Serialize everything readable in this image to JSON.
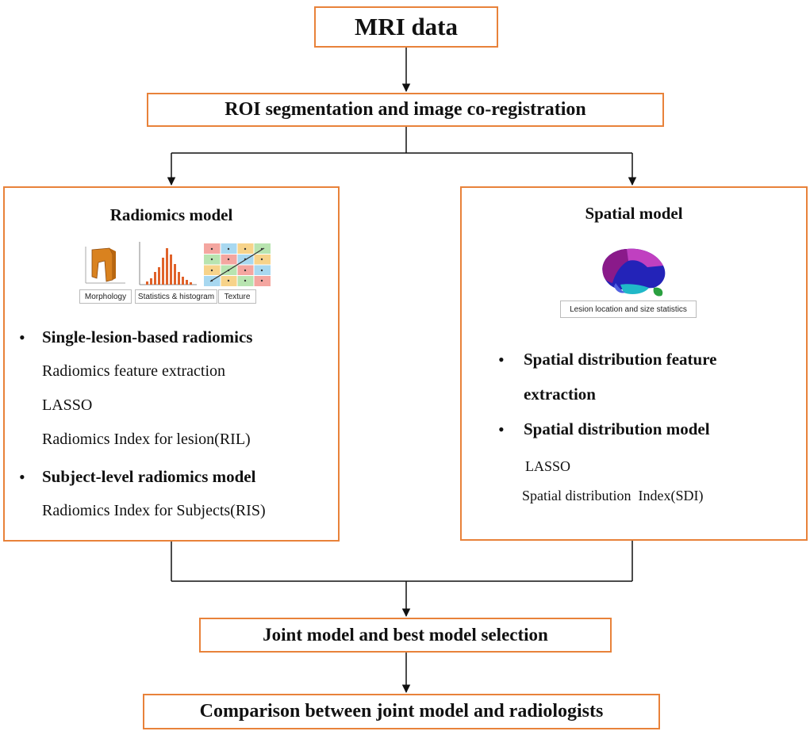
{
  "nodes": {
    "mri": "MRI data",
    "roi": "ROI segmentation and image co-registration",
    "joint": "Joint model and best model selection",
    "comparison": "Comparison between joint model and radiologists"
  },
  "radiomics": {
    "title": "Radiomics model",
    "thumbs": [
      "Morphology",
      "Statistics & histogram",
      "Texture"
    ],
    "bullets": [
      {
        "label": "Single-lesion-based radiomics",
        "items": [
          "Radiomics feature extraction",
          "LASSO",
          "Radiomics Index for lesion(RIL)"
        ]
      },
      {
        "label": "Subject-level radiomics model",
        "items": [
          "Radiomics Index for Subjects(RIS)"
        ]
      }
    ]
  },
  "spatial": {
    "title": "Spatial model",
    "thumb_caption": "Lesion location and size statistics",
    "bullets": [
      {
        "label_line1": "Spatial distribution feature",
        "label_line2": "extraction"
      },
      {
        "label": "Spatial distribution model",
        "items": [
          "LASSO",
          "Spatial distribution  Index(SDI)"
        ]
      }
    ]
  },
  "colors": {
    "box_border": "#e8823a",
    "histogram_bars": "#e0622a",
    "morphology_shape": "#d9821f"
  }
}
